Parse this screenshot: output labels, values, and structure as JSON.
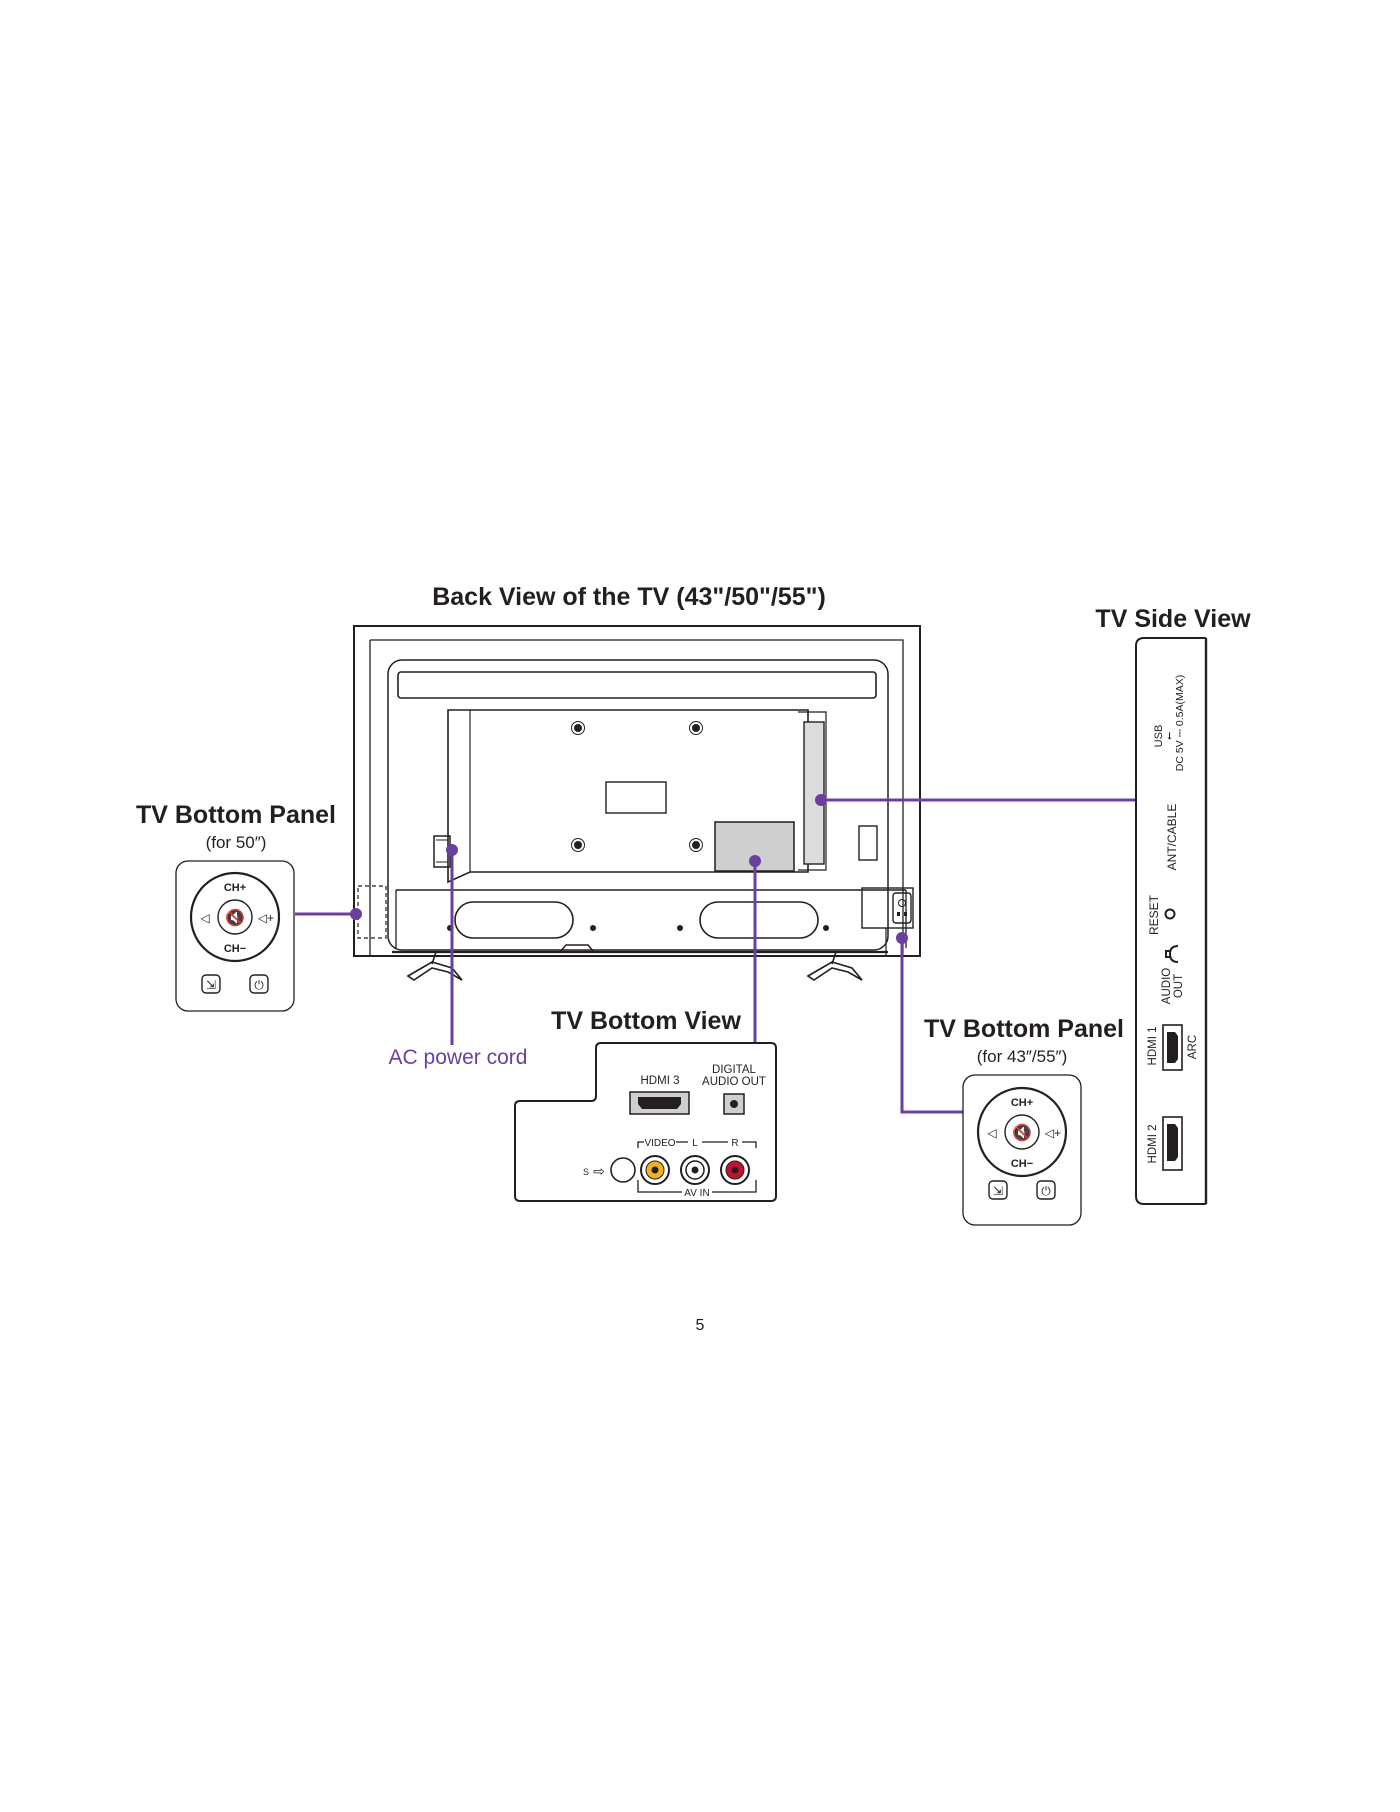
{
  "colors": {
    "callout": "#6b3fa0",
    "line": "#231f20",
    "port_grey": "#cfcfcf"
  },
  "titles": {
    "back_view": "Back View of the TV (43\"/50\"/55\")",
    "side_view": "TV Side View",
    "bottom_panel_left": "TV Bottom Panel",
    "bottom_panel_left_sub": "(for 50″)",
    "bottom_view": "TV Bottom View",
    "bottom_panel_right": "TV Bottom Panel",
    "bottom_panel_right_sub": "(for 43″/55″)"
  },
  "callouts": {
    "ac_power_cord": "AC power cord"
  },
  "panel_buttons": {
    "ch_plus": "CH+",
    "ch_minus": "CH−"
  },
  "bottom_view_ports": {
    "hdmi3": "HDMI 3",
    "digital_line1": "DIGITAL",
    "digital_line2": "AUDIO OUT",
    "video": "VIDEO",
    "left": "L",
    "right": "R",
    "av_in": "AV IN",
    "s": "S"
  },
  "side_view_ports": {
    "usb": "USB",
    "usb_spec": "DC 5V ⎓ 0.5A(MAX)",
    "ant": "ANT/CABLE",
    "reset": "RESET",
    "audio_line1": "AUDIO",
    "audio_line2": "OUT",
    "hdmi1": "HDMI 1",
    "arc": "ARC",
    "hdmi2": "HDMI 2"
  },
  "page_number": "5"
}
